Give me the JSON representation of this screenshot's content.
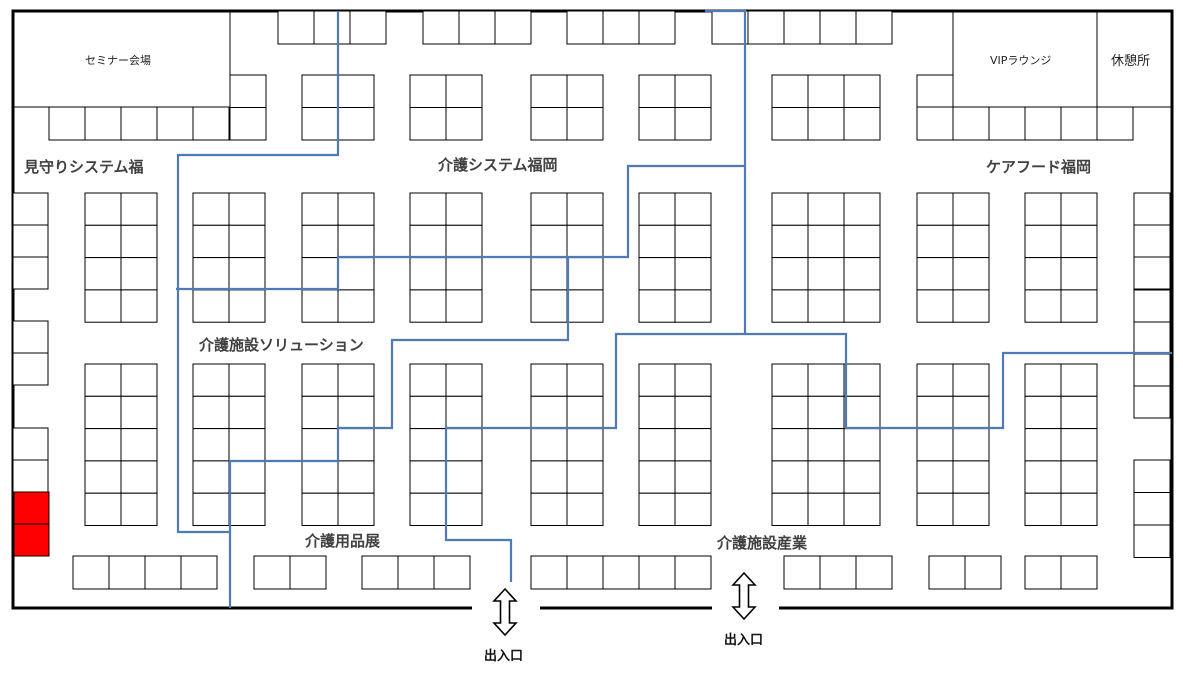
{
  "rooms": {
    "seminar": "セミナー会場",
    "vip": "VIPラウンジ",
    "rest": "休憩所"
  },
  "zones": {
    "mimamori": "見守りシステム福",
    "kaigo_system": "介護システム福岡",
    "care_food": "ケアフード福岡",
    "shisetsu_solution": "介護施設ソリューション",
    "yohin": "介護用品展",
    "shisetsu_sangyo": "介護施設産業"
  },
  "entrances": [
    {
      "label": "出入口"
    },
    {
      "label": "出入口"
    }
  ],
  "colors": {
    "route": "#4f7ab8",
    "highlight_booth": "#ff0000",
    "booth_line": "#000000",
    "zone_text": "#404040"
  }
}
